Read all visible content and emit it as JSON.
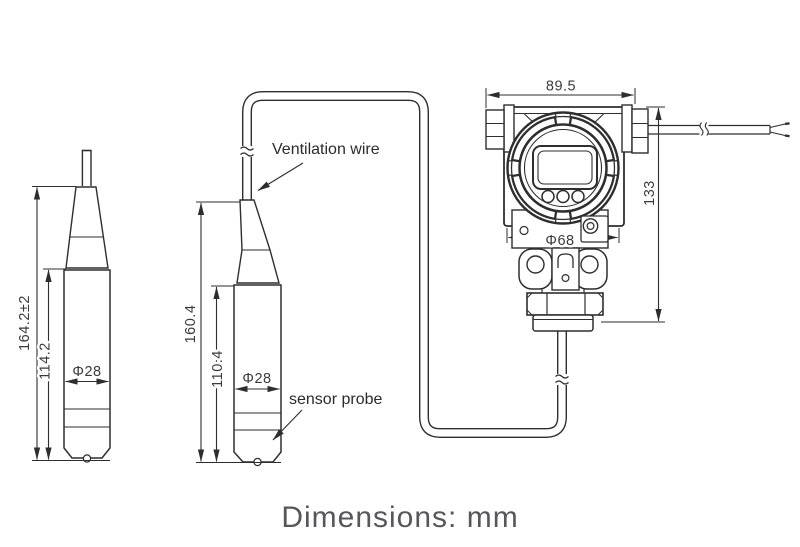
{
  "drawing": {
    "caption": "Dimensions: mm",
    "labels": {
      "ventilation_wire": "Ventilation wire",
      "sensor_probe": "sensor probe"
    },
    "probe_left": {
      "total_height": "164.2±2",
      "body_height": "114.2",
      "diameter": "Φ28"
    },
    "probe_middle": {
      "total_height": "160.4",
      "body_height": "110.4",
      "diameter": "Φ28"
    },
    "transmitter": {
      "width": "89.5",
      "height": "133",
      "bezel_diameter": "Φ68"
    }
  },
  "colors": {
    "line": "#2e2e2e",
    "dim_text": "#3a3a3a",
    "caption": "#57575a",
    "background": "#ffffff"
  }
}
